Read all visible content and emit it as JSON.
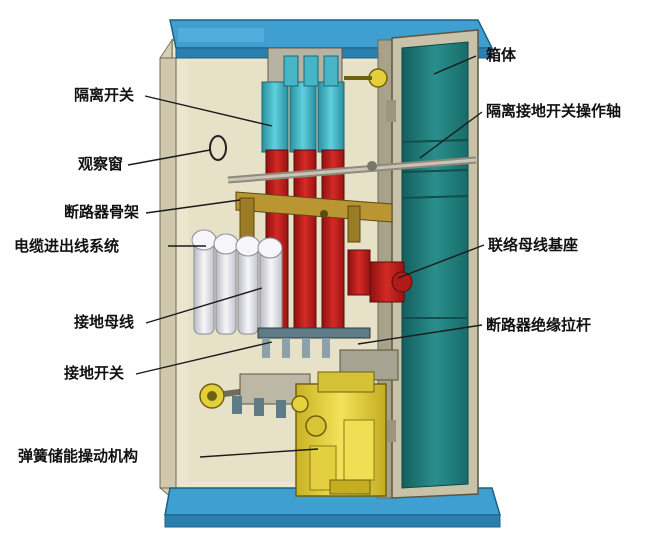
{
  "diagram": {
    "labels": {
      "left": [
        "隔离开关",
        "观察窗",
        "断路器骨架",
        "电缆进出线系统",
        "接地母线",
        "接地开关",
        "弹簧储能操动机构"
      ],
      "right": [
        "箱体",
        "隔离接地开关操作轴",
        "联络母线基座",
        "断路器绝缘拉杆"
      ]
    },
    "colors": {
      "cabinet_frame": "#3f9fd0",
      "cabinet_interior": "#ece6cf",
      "door_panel": "#1f7a78",
      "isolating_switch": "#3cb7c8",
      "busbar_red": "#c8201f",
      "mechanism_yellow": "#e8d23c",
      "cable_white": "#e6e6ea",
      "leader_line": "#1a1a1a"
    }
  }
}
